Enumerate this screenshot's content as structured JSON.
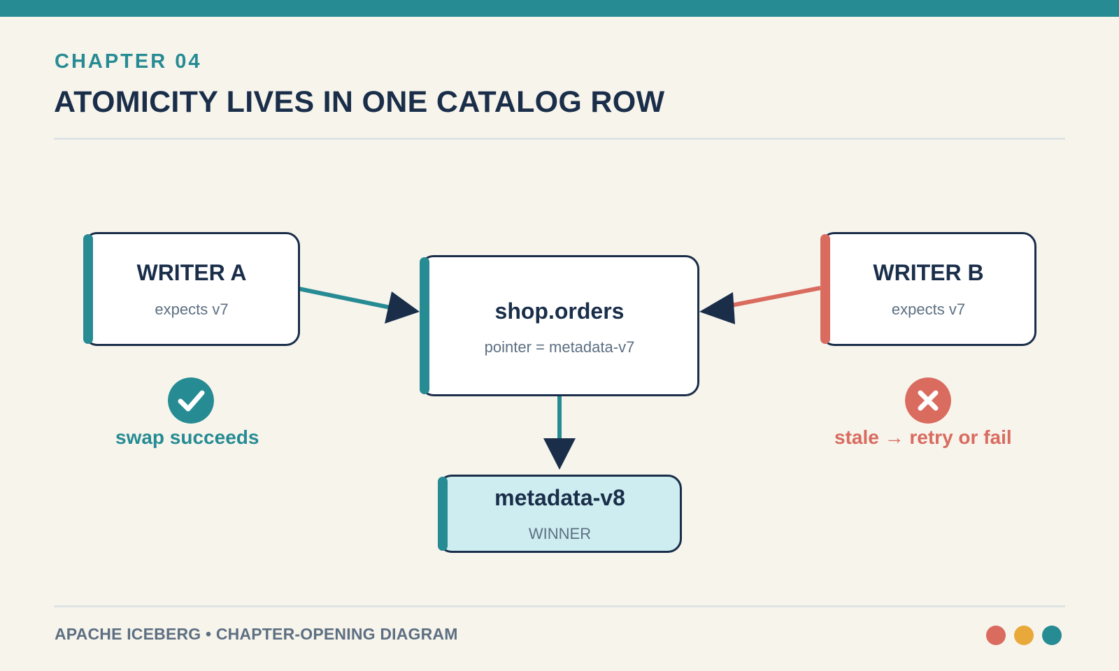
{
  "header": {
    "chapter": "CHAPTER 04",
    "title": "ATOMICITY LIVES IN ONE CATALOG ROW"
  },
  "nodes": {
    "writer_a": {
      "title": "WRITER A",
      "subtitle": "expects v7"
    },
    "table": {
      "title": "shop.orders",
      "subtitle": "pointer = metadata-v7"
    },
    "writer_b": {
      "title": "WRITER B",
      "subtitle": "expects v7"
    },
    "winner": {
      "title": "metadata-v8",
      "subtitle": "WINNER"
    }
  },
  "outcomes": {
    "writer_a": {
      "icon": "check-icon",
      "label": "swap succeeds"
    },
    "writer_b": {
      "icon": "x-icon",
      "label": "stale → retry or fail"
    }
  },
  "footer": {
    "label": "APACHE ICEBERG • CHAPTER-OPENING DIAGRAM"
  },
  "colors": {
    "teal": "#268b93",
    "coral": "#d96b5f",
    "navy": "#1a2e4a",
    "amber": "#e8a93a",
    "winner_fill": "#cdedf0",
    "background": "#f7f4ec"
  }
}
